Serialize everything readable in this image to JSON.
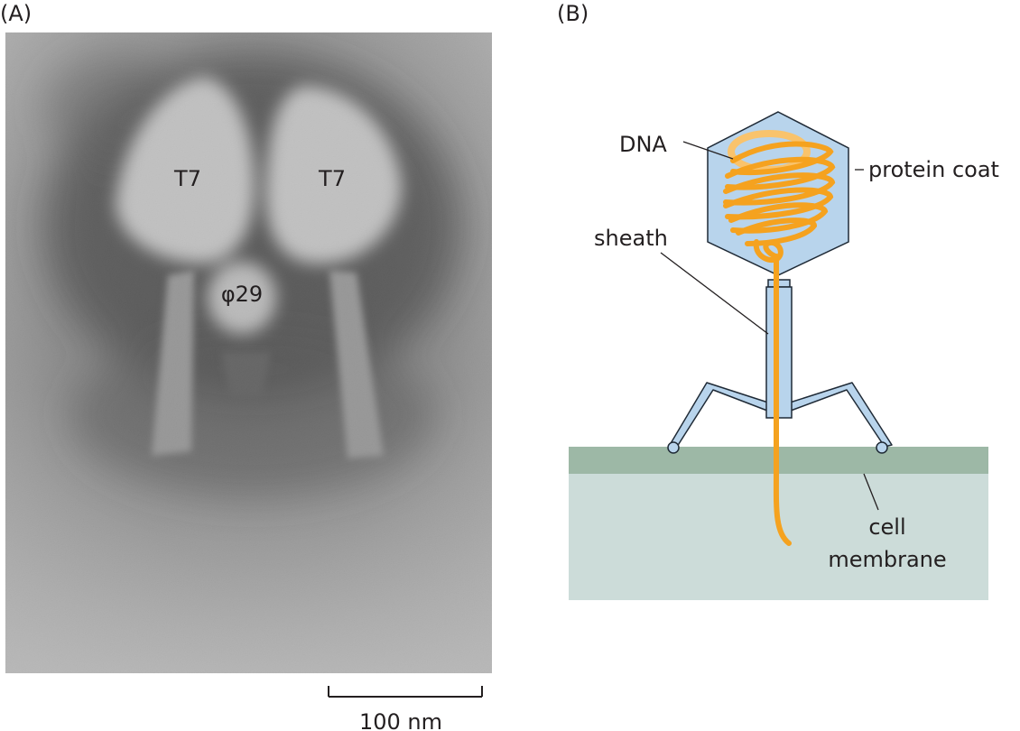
{
  "panels": {
    "a": {
      "panel_label": "(A)",
      "particle_labels": {
        "left_head": "T7",
        "right_head": "T7",
        "small_phage": "φ29"
      },
      "scale_bar_label": "100 nm"
    },
    "b": {
      "panel_label": "(B)",
      "labels": {
        "dna": "DNA",
        "protein_coat": "protein coat",
        "sheath": "sheath",
        "cell": "cell",
        "membrane": "membrane"
      }
    }
  },
  "colors": {
    "coat_fill": "#b8d4ec",
    "outline": "#1f2a36",
    "dna": "#f5a21f",
    "dna_light": "#f9c36c",
    "membrane_band": "#9db8a6",
    "cell_fill": "#ccdcd9",
    "micrograph_bg": "#8a8a8a"
  }
}
